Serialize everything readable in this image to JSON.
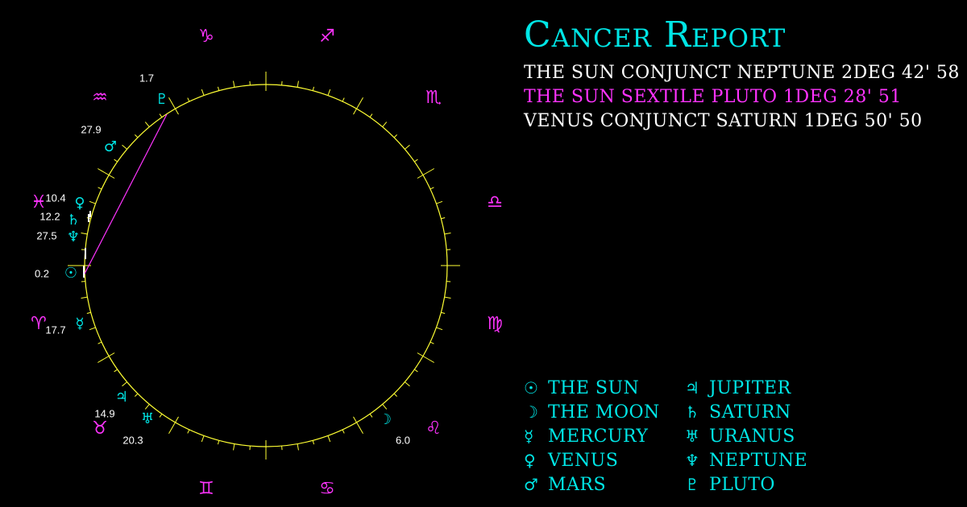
{
  "report": {
    "title": "Cancer Report",
    "aspects": [
      {
        "text": "The Sun Conjunct Neptune 2deg 42' 58",
        "color": "#ffffff"
      },
      {
        "text": "The Sun Sextile Pluto 1deg 28' 51",
        "color": "#ff33ff"
      },
      {
        "text": "Venus Conjunct Saturn 1deg 50' 50",
        "color": "#ffffff"
      }
    ]
  },
  "colors": {
    "zodiac": "#ff33ff",
    "planet": "#00e6e6",
    "circle": "#ffff33",
    "degree_text": "#ffffff",
    "aspect_line": "#ff33ff"
  },
  "zodiac": [
    {
      "name": "aries",
      "glyph": "♈"
    },
    {
      "name": "taurus",
      "glyph": "♉"
    },
    {
      "name": "gemini",
      "glyph": "♊"
    },
    {
      "name": "cancer",
      "glyph": "♋"
    },
    {
      "name": "leo",
      "glyph": "♌"
    },
    {
      "name": "virgo",
      "glyph": "♍"
    },
    {
      "name": "libra",
      "glyph": "♎"
    },
    {
      "name": "scorpio",
      "glyph": "♏"
    },
    {
      "name": "sagittarius",
      "glyph": "♐"
    },
    {
      "name": "capricorn",
      "glyph": "♑"
    },
    {
      "name": "aquarius",
      "glyph": "♒"
    },
    {
      "name": "pisces",
      "glyph": "♓"
    }
  ],
  "planets": [
    {
      "name": "sun",
      "glyph": "☉",
      "deg": "0.2"
    },
    {
      "name": "moon",
      "glyph": "☽",
      "deg": "6.0"
    },
    {
      "name": "mercury",
      "glyph": "☿",
      "deg": "17.7"
    },
    {
      "name": "venus",
      "glyph": "♀",
      "deg": "10.4"
    },
    {
      "name": "mars",
      "glyph": "♂",
      "deg": "27.9"
    },
    {
      "name": "jupiter",
      "glyph": "♃",
      "deg": "14.9"
    },
    {
      "name": "saturn",
      "glyph": "♄",
      "deg": "12.2"
    },
    {
      "name": "uranus",
      "glyph": "♅",
      "deg": "20.3"
    },
    {
      "name": "neptune",
      "glyph": "♆",
      "deg": "27.5"
    },
    {
      "name": "pluto",
      "glyph": "♇",
      "deg": "1.7"
    }
  ],
  "legend": [
    {
      "glyph": "☉",
      "label": "The Sun"
    },
    {
      "glyph": "☽",
      "label": "The Moon"
    },
    {
      "glyph": "☿",
      "label": "Mercury"
    },
    {
      "glyph": "♀",
      "label": "Venus"
    },
    {
      "glyph": "♂",
      "label": "Mars"
    },
    {
      "glyph": "♃",
      "label": "Jupiter"
    },
    {
      "glyph": "♄",
      "label": "Saturn"
    },
    {
      "glyph": "♅",
      "label": "Uranus"
    },
    {
      "glyph": "♆",
      "label": "Neptune"
    },
    {
      "glyph": "♇",
      "label": "Pluto"
    }
  ]
}
